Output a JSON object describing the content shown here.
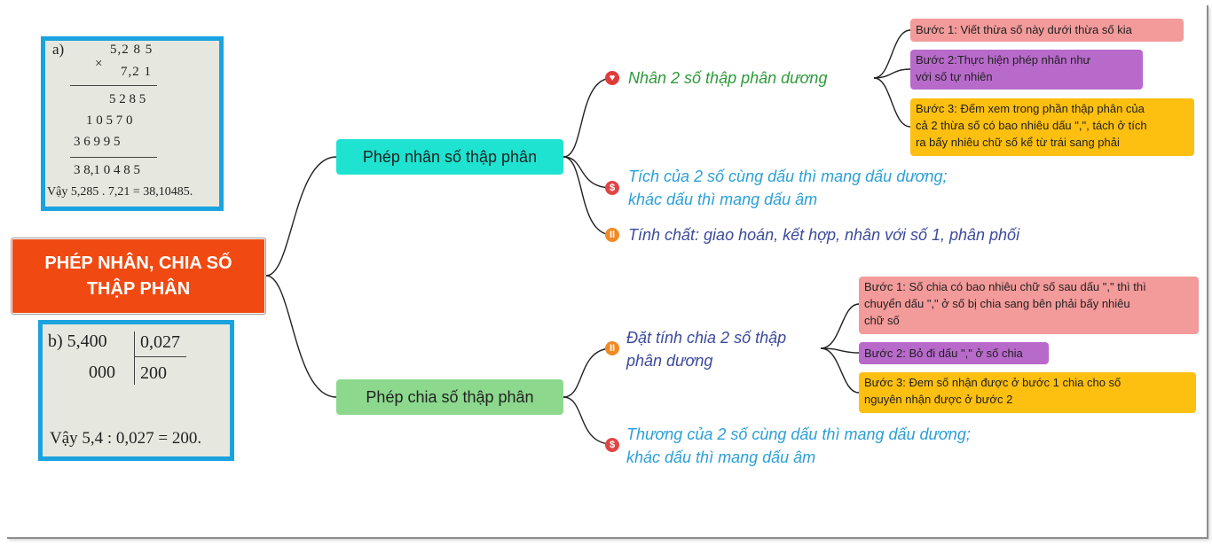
{
  "root": {
    "line1": "PHÉP NHÂN, CHIA SỐ",
    "line2": "THẬP PHÂN"
  },
  "colors": {
    "root": "#f04a12",
    "mul_branch": "#1ee3d0",
    "div_branch": "#8cd98e",
    "green_text": "#2e9a3a",
    "blue_text": "#2b9fd6",
    "navy_text": "#3c4a9c",
    "pink": "#f39a9a",
    "purple": "#b86acb",
    "yellow": "#fdbf10",
    "photo_border": "#1aa3df"
  },
  "multiplication": {
    "label": "Phép nhân số thập phân",
    "topic1": {
      "icon": "heart-icon",
      "text": "Nhân 2 số thập phân dương"
    },
    "steps": [
      {
        "line1": "Bước 1: Viết thừa số này dưới thừa số kia"
      },
      {
        "line1": "Bước 2:Thực hiện phép nhân như",
        "line2": "với số tự nhiên"
      },
      {
        "line1": "Bước 3: Đếm xem trong phần thập phân của",
        "line2": "cả 2 thừa số có bao nhiêu dấu \",\", tách ở tích",
        "line3": "ra bấy nhiêu chữ số kể từ trái sang phải"
      }
    ],
    "topic2": {
      "icon": "dollar-icon",
      "line1": "Tích của 2 số cùng dấu thì mang dấu dương;",
      "line2": "khác dấu thì mang dấu âm"
    },
    "topic3": {
      "icon": "pause-icon",
      "text": "Tính chất: giao hoán, kết hợp, nhân với số 1, phân phối"
    }
  },
  "division": {
    "label": "Phép chia số thập phân",
    "topic1": {
      "icon": "pause-icon",
      "line1": "Đặt tính chia 2 số thập",
      "line2": "phân dương"
    },
    "steps": [
      {
        "line1": "Bước 1: Số chia có bao nhiêu chữ số sau dấu \",\" thì thì",
        "line2": "chuyển dấu \",\" ở số bị chia sang bên phải bấy nhiêu",
        "line3": "chữ số"
      },
      {
        "line1": "Bước 2: Bỏ đi dấu \",\" ở số chia"
      },
      {
        "line1": "Bước 3: Đem số nhận được ở bước 1 chia cho số",
        "line2": "nguyên nhận được ở bước 2"
      }
    ],
    "topic2": {
      "icon": "dollar-icon",
      "line1": "Thương của 2 số cùng dấu thì mang dấu dương;",
      "line2": "khác dấu thì mang dấu âm"
    }
  },
  "example_a": {
    "label": "a)",
    "multiplicand": "5,2 8 5",
    "times": "×",
    "multiplier": "7,2 1",
    "partial1": "5 2 8 5",
    "partial2": "1 0 5 7 0",
    "partial3": "3 6 9 9 5",
    "result": "3 8,1 0 4 8 5",
    "conclusion": "Vậy 5,285 . 7,21 = 38,10485."
  },
  "example_b": {
    "label": "b) 5,400",
    "divisor": "0,027",
    "remainder": "000",
    "quotient": "200",
    "conclusion": "Vậy 5,4 : 0,027 = 200."
  }
}
